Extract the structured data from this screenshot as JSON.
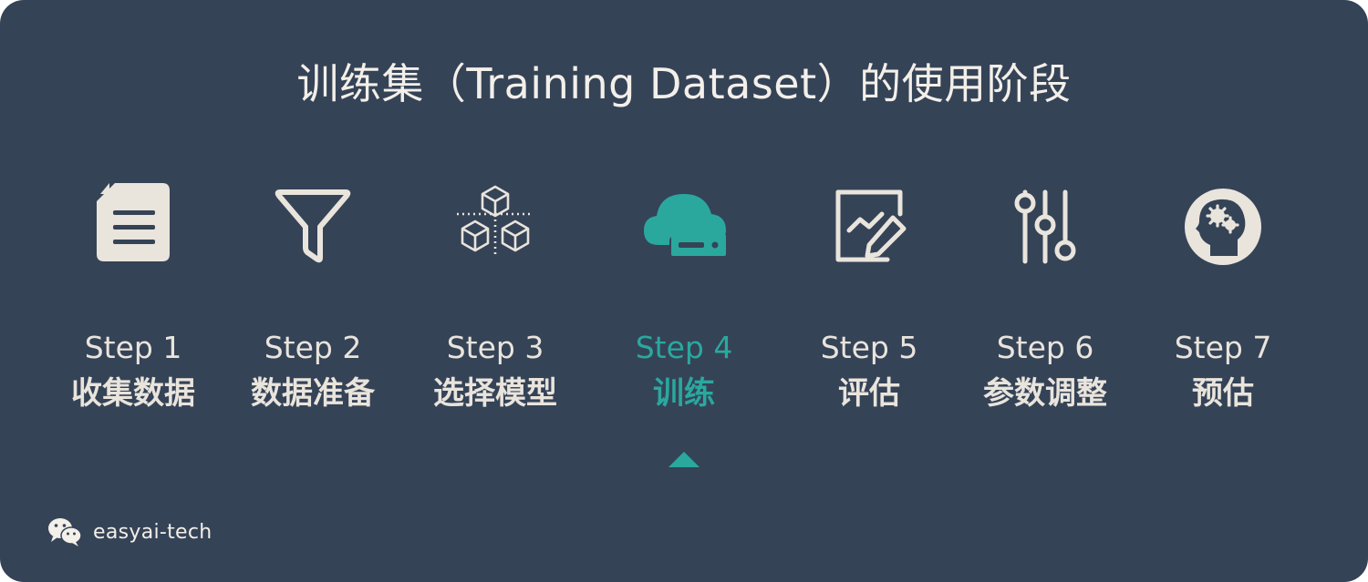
{
  "title": "训练集（Training Dataset）的使用阶段",
  "steps": [
    {
      "label": "Step 1",
      "name": "收集数据",
      "icon": "document-icon"
    },
    {
      "label": "Step 2",
      "name": "数据准备",
      "icon": "filter-icon"
    },
    {
      "label": "Step 3",
      "name": "选择模型",
      "icon": "cubes-icon"
    },
    {
      "label": "Step 4",
      "name": "训练",
      "icon": "cloud-server-icon"
    },
    {
      "label": "Step 5",
      "name": "评估",
      "icon": "chart-edit-icon"
    },
    {
      "label": "Step 6",
      "name": "参数调整",
      "icon": "sliders-icon"
    },
    {
      "label": "Step 7",
      "name": "预估",
      "icon": "brain-gears-icon"
    }
  ],
  "active_step": 4,
  "colors": {
    "background": "#354357",
    "text": "#e9e4dc",
    "accent": "#2aa89e"
  },
  "brand": {
    "icon": "wechat-icon",
    "handle": "easyai-tech"
  }
}
